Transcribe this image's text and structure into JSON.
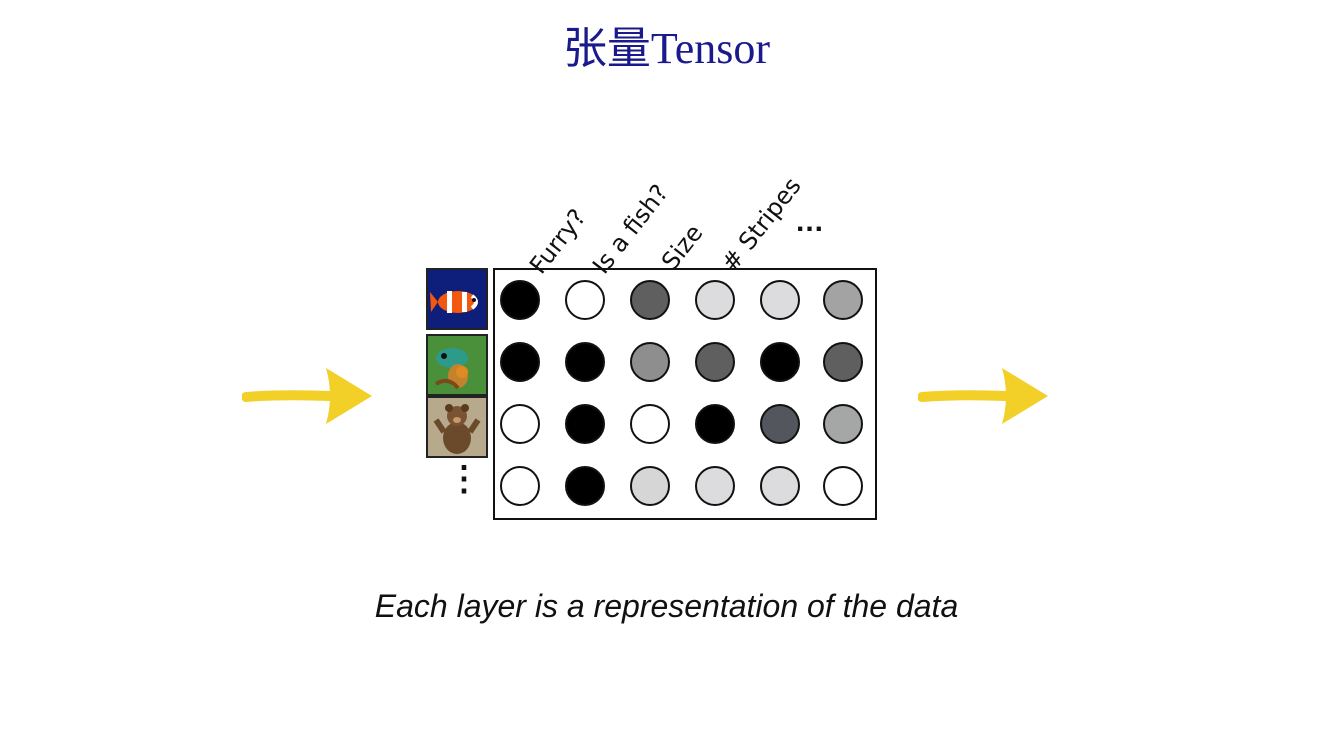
{
  "slide": {
    "title": "张量Tensor",
    "caption": "Each layer is a representation of the data",
    "title_color": "#1a1a8c",
    "arrow_color": "#f2d027"
  },
  "matrix": {
    "column_labels": [
      "Furry?",
      "Is a fish?",
      "Size",
      "# Stripes"
    ],
    "column_ellipsis": "...",
    "row_ellipsis": "⋮",
    "row_images": [
      "clownfish-image",
      "chameleon-image",
      "bear-image"
    ],
    "cells": [
      [
        "#000000",
        "#ffffff",
        "#5f5f5f",
        "#dcdcde",
        "#dcdcde",
        "#a3a3a3"
      ],
      [
        "#000000",
        "#000000",
        "#8e8e8e",
        "#5f5f5f",
        "#000000",
        "#5f5f5f"
      ],
      [
        "#ffffff",
        "#000000",
        "#ffffff",
        "#000000",
        "#53575d",
        "#a5a7a6"
      ],
      [
        "#ffffff",
        "#000000",
        "#d6d6d6",
        "#dcdcde",
        "#dcdcde",
        "#ffffff"
      ]
    ]
  }
}
